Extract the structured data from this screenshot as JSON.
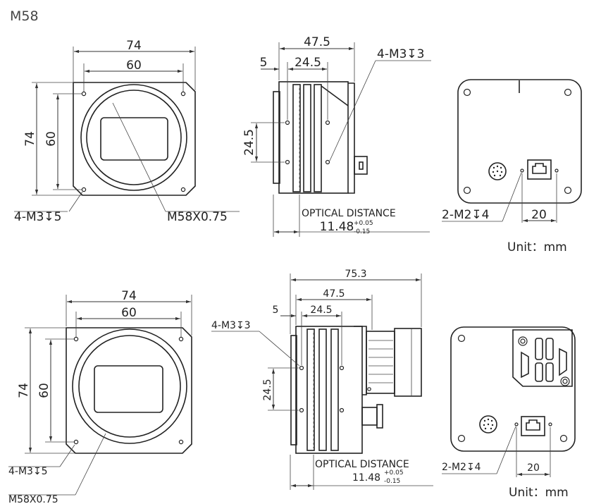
{
  "title": "M58",
  "unit_label": "Unit：mm",
  "top": {
    "front": {
      "width_outer": "74",
      "width_inner": "60",
      "height_outer": "74",
      "height_inner": "60",
      "holes_label": "4-M3↧5",
      "thread_label": "M58X0.75"
    },
    "side": {
      "total": "47.5",
      "offset": "5",
      "span": "24.5",
      "height": "24.5",
      "holes_label": "4-M3↧3",
      "optical_label": "OPTICAL DISTANCE",
      "optical_value": "11.48",
      "tol_plus": "+0.05",
      "tol_minus": "-0.15"
    },
    "back": {
      "holes_label": "2-M2↧4",
      "spacing": "20"
    }
  },
  "bottom": {
    "front": {
      "width_outer": "74",
      "width_inner": "60",
      "height_outer": "74",
      "height_inner": "60",
      "holes_label": "4-M3↧5",
      "thread_label": "M58X0.75"
    },
    "side": {
      "total_long": "75.3",
      "total": "47.5",
      "offset": "5",
      "span": "24.5",
      "height": "24.5",
      "holes_label": "4-M3↧3",
      "optical_label": "OPTICAL DISTANCE",
      "optical_value": "11.48",
      "tol_plus": "+0.05",
      "tol_minus": "-0.15"
    },
    "back": {
      "holes_label": "2-M2↧4",
      "spacing": "20"
    }
  }
}
